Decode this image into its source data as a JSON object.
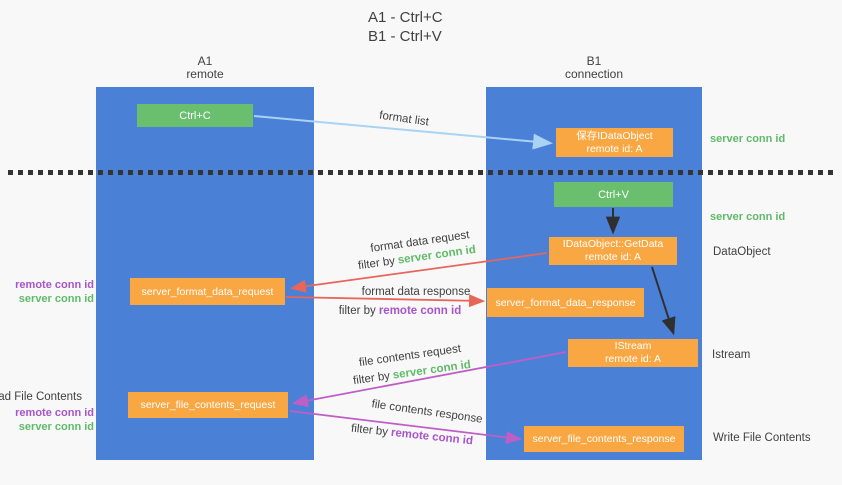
{
  "title": {
    "line1": "A1 - Ctrl+C",
    "line2": "B1 - Ctrl+V"
  },
  "columns": {
    "left": {
      "id": "A1",
      "role": "remote"
    },
    "right": {
      "id": "B1",
      "role": "connection"
    }
  },
  "nodes": {
    "ctrl_c": {
      "label": "Ctrl+C"
    },
    "save_idataobject": {
      "line1": "保存IDataObject",
      "line2": "remote id: A"
    },
    "ctrl_v": {
      "label": "Ctrl+V"
    },
    "getdata": {
      "line1": "IDataObject::GetData",
      "line2": "remote id: A"
    },
    "format_request": {
      "label": "server_format_data_request"
    },
    "format_response": {
      "label": "server_format_data_response"
    },
    "istream": {
      "line1": "IStream",
      "line2": "remote id: A"
    },
    "file_request": {
      "label": "server_file_contents_request"
    },
    "file_response": {
      "label": "server_file_contents_response"
    }
  },
  "flow_labels": {
    "format_list": "format list",
    "format_data_request": "format data request",
    "format_data_response": "format data response",
    "file_contents_request": "file contents request",
    "file_contents_response": "file contents response",
    "filter_by": "filter by",
    "server_conn_id": "server conn id",
    "remote_conn_id": "remote conn id"
  },
  "side_labels": {
    "server_conn_id": "server conn id",
    "remote_conn_id": "remote conn id",
    "dataobject": "DataObject",
    "istream": "Istream",
    "read_file_contents": "Read File Contents",
    "write_file_contents": "Write File Contents"
  },
  "colors": {
    "column_blue": "#4a81d7",
    "box_green": "#6abf6f",
    "box_orange": "#f9a743",
    "arrow_blue": "#a9d3f2",
    "arrow_black": "#2f2f2f",
    "arrow_red": "#e8655a",
    "arrow_magenta": "#bf5ec6",
    "text_green": "#5fbb68",
    "text_purple": "#a855cb",
    "text_dark": "#3f3f3f"
  }
}
